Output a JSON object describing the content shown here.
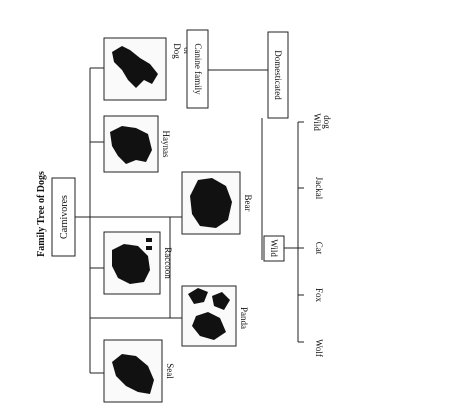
{
  "title": "Family Tree of Dogs",
  "root": "Carnivores",
  "animals": {
    "seal": "Seal",
    "raccoon": "Raccoon",
    "haynas": "Haynas",
    "dog": "Dog",
    "or": "or",
    "canine_family": "Canine family",
    "panda": "Panda",
    "bear": "Bear"
  },
  "branches": {
    "domesticated": "Domesticated",
    "wild": "Wild"
  },
  "wild_animals": {
    "wolf": "Wolf",
    "fox": "Fox",
    "cat": "Cat",
    "jackal": "Jackal",
    "wild": "Wild",
    "dog": "dog"
  }
}
